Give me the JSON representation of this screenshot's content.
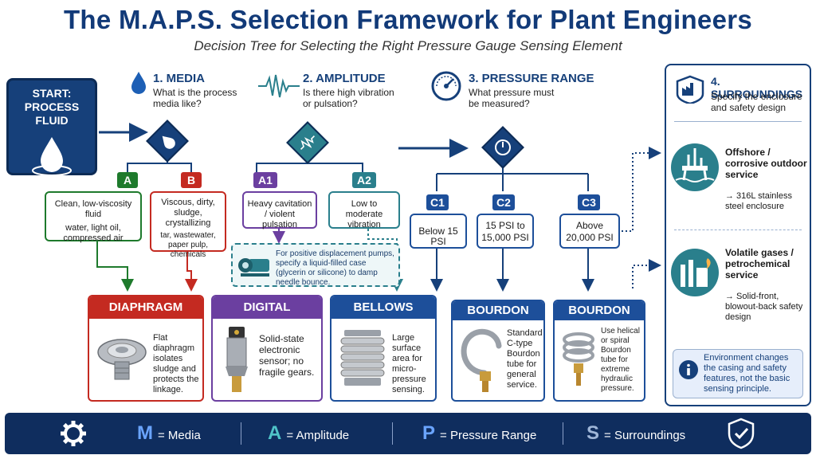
{
  "title": "The M.A.P.S. Selection Framework for Plant Engineers",
  "subtitle": "Decision Tree for Selecting the Right Pressure Gauge Sensing Element",
  "start": {
    "line1": "START:",
    "line2": "PROCESS FLUID"
  },
  "media": {
    "heading": "1. MEDIA",
    "question": "What is the process media like?",
    "option_a": {
      "tag": "A",
      "line1": "Clean, low-viscosity fluid",
      "line2": "water, light oil, compressed air"
    },
    "option_b": {
      "tag": "B",
      "line1": "Viscous, dirty, sludge, crystallizing",
      "line2": "tar, wastewater, paper pulp, chemicals"
    }
  },
  "amplitude": {
    "heading": "2. AMPLITUDE",
    "question": "Is there high vibration or pulsation?",
    "option_a1": {
      "tag": "A1",
      "text": "Heavy cavitation / violent pulsation"
    },
    "option_a2": {
      "tag": "A2",
      "text": "Low to moderate vibration"
    },
    "note": "For positive displacement pumps, specify a liquid-filled case (glycerin or silicone) to damp needle bounce."
  },
  "pressure": {
    "heading": "3. PRESSURE RANGE",
    "question": "What pressure must be measured?",
    "option_c1": {
      "tag": "C1",
      "text": "Below 15 PSI"
    },
    "option_c2": {
      "tag": "C2",
      "text": "15 PSI to 15,000 PSI"
    },
    "option_c3": {
      "tag": "C3",
      "text": "Above 20,000 PSI"
    }
  },
  "surroundings": {
    "heading": "4. SURROUNDINGS",
    "question": "Specify the enclosure and safety design",
    "offshore": {
      "title": "Offshore / corrosive outdoor service",
      "detail": "→ 316L stainless steel enclosure"
    },
    "volatile": {
      "title": "Volatile gases / petrochemical service",
      "detail": "→ Solid-front, blowout-back safety design"
    },
    "info": "Environment changes the casing and safety features, not the basic sensing principle."
  },
  "results": {
    "diaphragm": {
      "title": "DIAPHRAGM",
      "text": "Flat diaphragm isolates sludge and protects the linkage."
    },
    "digital": {
      "title": "DIGITAL",
      "text": "Solid-state electronic sensor; no fragile gears."
    },
    "bellows": {
      "title": "BELLOWS",
      "text": "Large surface area for micro-pressure sensing."
    },
    "bourdon1": {
      "title": "BOURDON",
      "text": "Standard C-type Bourdon tube for general service."
    },
    "bourdon2": {
      "title": "BOURDON",
      "text": "Use helical or spiral Bourdon tube for extreme hydraulic pressure."
    }
  },
  "footer": {
    "m_letter": "M",
    "m_label": "= Media",
    "a_letter": "A",
    "a_label": "= Amplitude",
    "p_letter": "P",
    "p_label": "= Pressure Range",
    "s_letter": "S",
    "s_label": "= Surroundings"
  },
  "colors": {
    "navy": "#16407a",
    "green": "#1e7a2c",
    "red": "#c42a21",
    "purple": "#6b3fa0",
    "teal": "#2a7f8c",
    "blue": "#1d4f9a"
  },
  "icons": [
    "water-drop-icon",
    "waveform-icon",
    "gauge-icon",
    "factory-icon",
    "oil-rig-icon",
    "refinery-icon",
    "info-icon",
    "gear-icon",
    "shield-check-icon"
  ]
}
